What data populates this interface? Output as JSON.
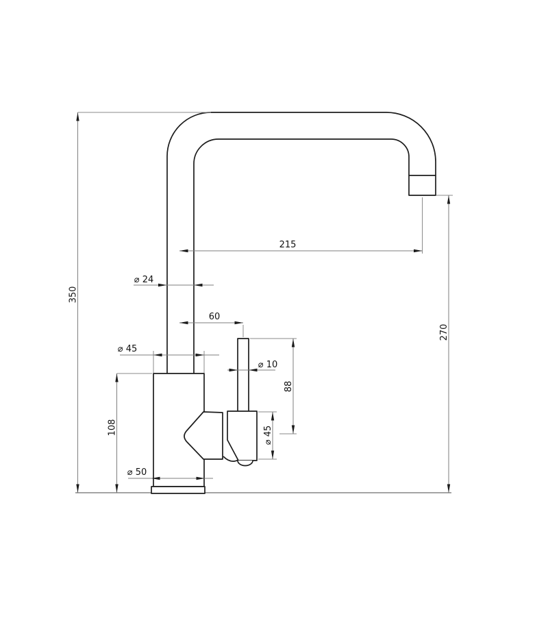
{
  "page": {
    "background_color": "#ffffff"
  },
  "drawing": {
    "type": "technical-dimension-drawing",
    "subject": "Kitchen sink mixer tap, side elevation with dimensions",
    "colors": {
      "object_line": "#1c1c1c",
      "dimension_line": "#7e7e7e",
      "label_text": "#111111"
    },
    "dimensions": {
      "total_height": {
        "label": "350",
        "value": 350,
        "orientation": "vertical",
        "measures": "overall height from mounting surface to top of spout"
      },
      "spout_clearance": {
        "label": "270",
        "value": 270,
        "orientation": "vertical",
        "measures": "spout outlet to mounting surface"
      },
      "body_height": {
        "label": "108",
        "value": 108,
        "orientation": "vertical",
        "measures": "body height above mounting surface"
      },
      "handle_height": {
        "label": "88",
        "value": 88,
        "orientation": "vertical",
        "measures": "handle stem top to handle pivot"
      },
      "handle_base_diameter": {
        "label": "⌀ 45",
        "value": 45,
        "orientation": "vertical",
        "measures": "handle base diameter"
      },
      "spout_reach": {
        "label": "215",
        "value": 215,
        "orientation": "horizontal",
        "measures": "riser centre to spout outlet centre"
      },
      "spout_pipe_diameter": {
        "label": "⌀ 24",
        "value": 24,
        "orientation": "horizontal",
        "measures": "spout pipe diameter"
      },
      "handle_offset": {
        "label": "60",
        "value": 60,
        "orientation": "horizontal",
        "measures": "riser centre to handle stem centre"
      },
      "body_diameter": {
        "label": "⌀ 45",
        "value": 45,
        "orientation": "horizontal",
        "measures": "body diameter"
      },
      "handle_stem_diameter": {
        "label": "⌀ 10",
        "value": 10,
        "orientation": "horizontal",
        "measures": "handle stem diameter"
      },
      "base_diameter": {
        "label": "⌀ 50",
        "value": 50,
        "orientation": "horizontal",
        "measures": "base plate diameter"
      }
    }
  }
}
